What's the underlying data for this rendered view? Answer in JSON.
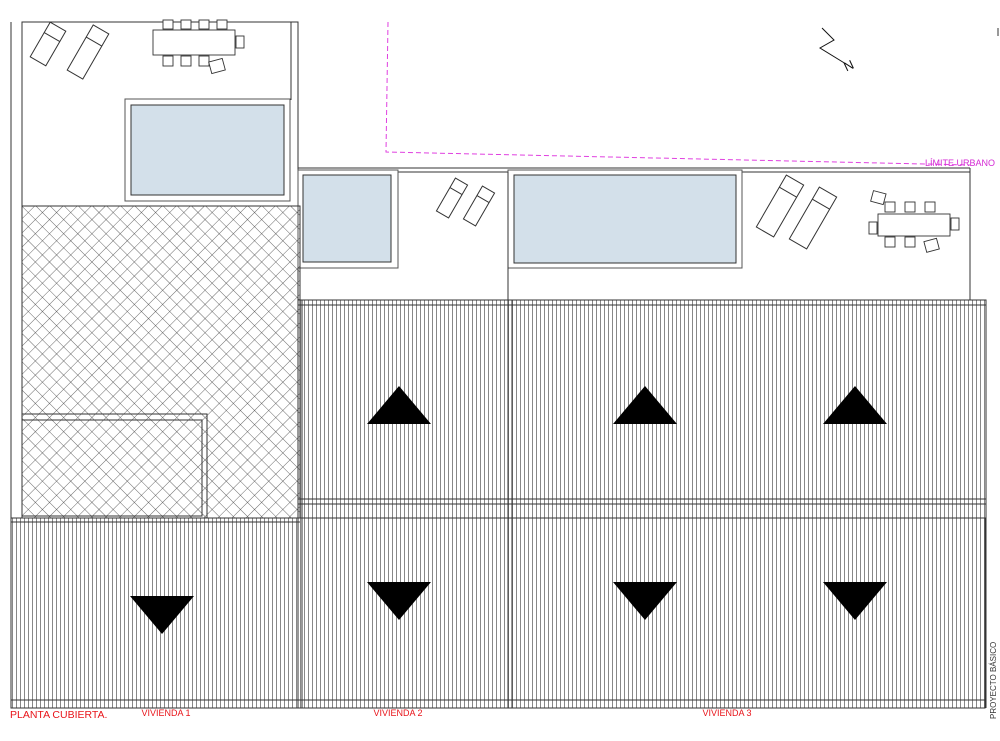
{
  "drawing": {
    "title": "PLANTA CUBIERTA.",
    "side_label": "PROYECTO BÁSICO",
    "urban_limit_label": "LÍMITE URBANO",
    "north_label": "N"
  },
  "units": [
    {
      "name": "VIVIENDA 1"
    },
    {
      "name": "VIVIENDA 2"
    },
    {
      "name": "VIVIENDA 3"
    }
  ],
  "roof_arrows": [
    {
      "direction": "up"
    },
    {
      "direction": "up"
    },
    {
      "direction": "up"
    },
    {
      "direction": "down"
    },
    {
      "direction": "down"
    },
    {
      "direction": "down"
    },
    {
      "direction": "down"
    }
  ],
  "colors": {
    "line": "#333333",
    "pool_fill": "#d3e0ea",
    "title_red": "#e8141a",
    "limit_magenta": "#d42ad4",
    "arrow": "#000000"
  }
}
